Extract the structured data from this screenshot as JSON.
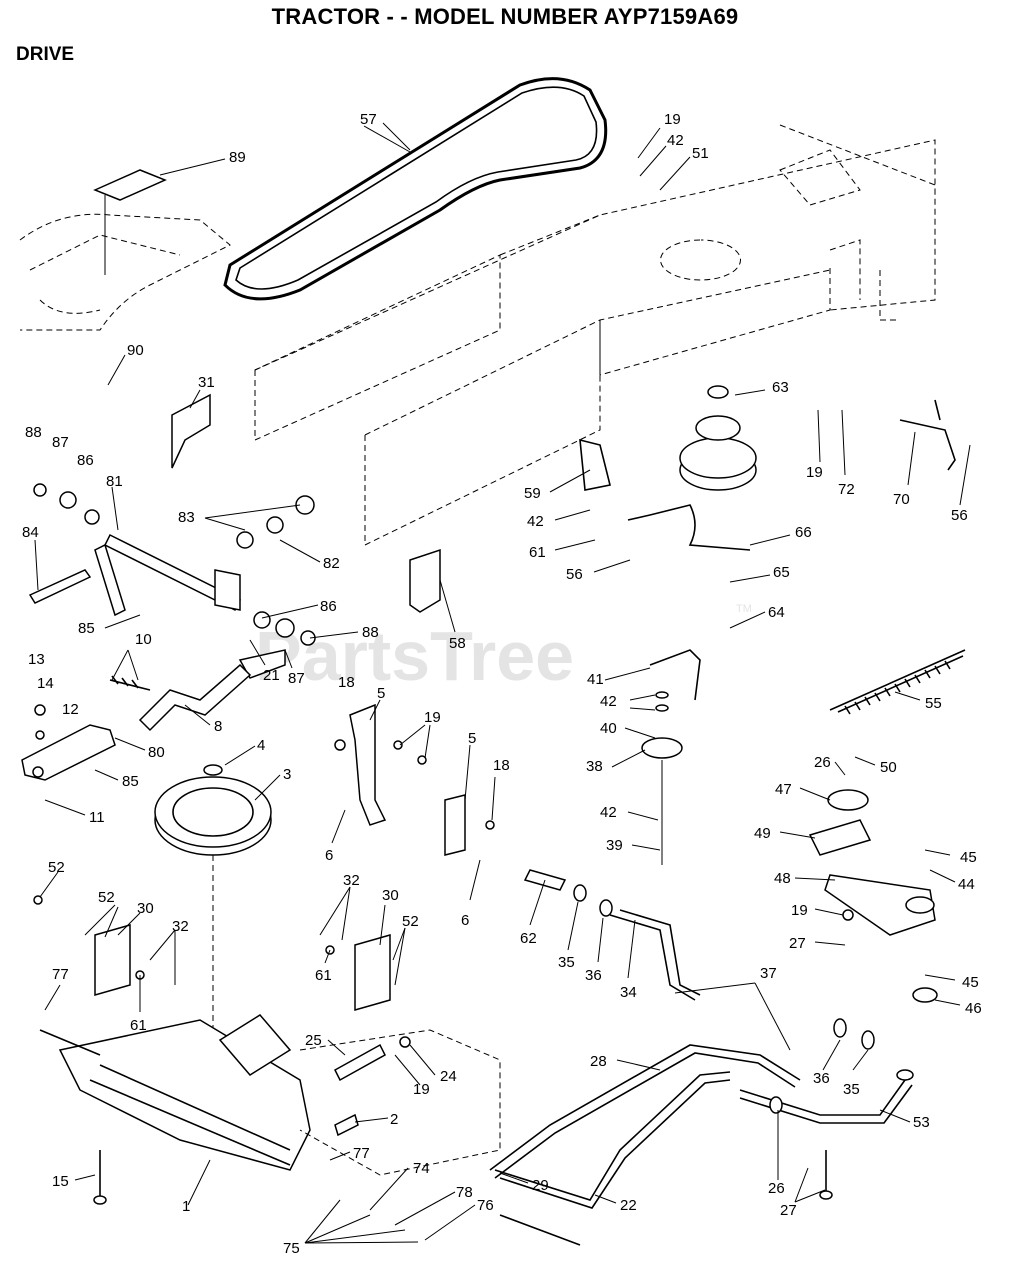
{
  "title": "TRACTOR - - MODEL NUMBER AYP7159A69",
  "section": "DRIVE",
  "watermark": "PartsTree",
  "watermark_tm": "TM",
  "callouts": [
    {
      "id": "c57",
      "label": "57"
    },
    {
      "id": "c19a",
      "label": "19"
    },
    {
      "id": "c42a",
      "label": "42"
    },
    {
      "id": "c51",
      "label": "51"
    },
    {
      "id": "c89",
      "label": "89"
    },
    {
      "id": "c90",
      "label": "90"
    },
    {
      "id": "c31",
      "label": "31"
    },
    {
      "id": "c88a",
      "label": "88"
    },
    {
      "id": "c87a",
      "label": "87"
    },
    {
      "id": "c86a",
      "label": "86"
    },
    {
      "id": "c81",
      "label": "81"
    },
    {
      "id": "c84",
      "label": "84"
    },
    {
      "id": "c83",
      "label": "83"
    },
    {
      "id": "c82",
      "label": "82"
    },
    {
      "id": "c85a",
      "label": "85"
    },
    {
      "id": "c86b",
      "label": "86"
    },
    {
      "id": "c88b",
      "label": "88"
    },
    {
      "id": "c87b",
      "label": "87"
    },
    {
      "id": "c21",
      "label": "21"
    },
    {
      "id": "c58",
      "label": "58"
    },
    {
      "id": "c63",
      "label": "63"
    },
    {
      "id": "c19b",
      "label": "19"
    },
    {
      "id": "c72",
      "label": "72"
    },
    {
      "id": "c70",
      "label": "70"
    },
    {
      "id": "c56a",
      "label": "56"
    },
    {
      "id": "c59",
      "label": "59"
    },
    {
      "id": "c42b",
      "label": "42"
    },
    {
      "id": "c61a",
      "label": "61"
    },
    {
      "id": "c56b",
      "label": "56"
    },
    {
      "id": "c66",
      "label": "66"
    },
    {
      "id": "c65",
      "label": "65"
    },
    {
      "id": "c64",
      "label": "64"
    },
    {
      "id": "c13",
      "label": "13"
    },
    {
      "id": "c10",
      "label": "10"
    },
    {
      "id": "c14",
      "label": "14"
    },
    {
      "id": "c12",
      "label": "12"
    },
    {
      "id": "c8",
      "label": "8"
    },
    {
      "id": "c80",
      "label": "80"
    },
    {
      "id": "c85b",
      "label": "85"
    },
    {
      "id": "c11",
      "label": "11"
    },
    {
      "id": "c4",
      "label": "4"
    },
    {
      "id": "c3",
      "label": "3"
    },
    {
      "id": "c18a",
      "label": "18"
    },
    {
      "id": "c5a",
      "label": "5"
    },
    {
      "id": "c19c",
      "label": "19"
    },
    {
      "id": "c5b",
      "label": "5"
    },
    {
      "id": "c18b",
      "label": "18"
    },
    {
      "id": "c6a",
      "label": "6"
    },
    {
      "id": "c6b",
      "label": "6"
    },
    {
      "id": "c41",
      "label": "41"
    },
    {
      "id": "c42c",
      "label": "42"
    },
    {
      "id": "c40",
      "label": "40"
    },
    {
      "id": "c38",
      "label": "38"
    },
    {
      "id": "c42d",
      "label": "42"
    },
    {
      "id": "c39",
      "label": "39"
    },
    {
      "id": "c55",
      "label": "55"
    },
    {
      "id": "c26a",
      "label": "26"
    },
    {
      "id": "c50",
      "label": "50"
    },
    {
      "id": "c47",
      "label": "47"
    },
    {
      "id": "c49",
      "label": "49"
    },
    {
      "id": "c45a",
      "label": "45"
    },
    {
      "id": "c44",
      "label": "44"
    },
    {
      "id": "c48",
      "label": "48"
    },
    {
      "id": "c19d",
      "label": "19"
    },
    {
      "id": "c27a",
      "label": "27"
    },
    {
      "id": "c45b",
      "label": "45"
    },
    {
      "id": "c46",
      "label": "46"
    },
    {
      "id": "c52a",
      "label": "52"
    },
    {
      "id": "c52b",
      "label": "52"
    },
    {
      "id": "c30a",
      "label": "30"
    },
    {
      "id": "c32a",
      "label": "32"
    },
    {
      "id": "c77a",
      "label": "77"
    },
    {
      "id": "c61b",
      "label": "61"
    },
    {
      "id": "c32b",
      "label": "32"
    },
    {
      "id": "c30b",
      "label": "30"
    },
    {
      "id": "c52c",
      "label": "52"
    },
    {
      "id": "c61c",
      "label": "61"
    },
    {
      "id": "c62",
      "label": "62"
    },
    {
      "id": "c35a",
      "label": "35"
    },
    {
      "id": "c36a",
      "label": "36"
    },
    {
      "id": "c34",
      "label": "34"
    },
    {
      "id": "c37",
      "label": "37"
    },
    {
      "id": "c25",
      "label": "25"
    },
    {
      "id": "c19e",
      "label": "19"
    },
    {
      "id": "c24",
      "label": "24"
    },
    {
      "id": "c2",
      "label": "2"
    },
    {
      "id": "c28",
      "label": "28"
    },
    {
      "id": "c36b",
      "label": "36"
    },
    {
      "id": "c35b",
      "label": "35"
    },
    {
      "id": "c53",
      "label": "53"
    },
    {
      "id": "c15",
      "label": "15"
    },
    {
      "id": "c1",
      "label": "1"
    },
    {
      "id": "c77b",
      "label": "77"
    },
    {
      "id": "c74",
      "label": "74"
    },
    {
      "id": "c29",
      "label": "29"
    },
    {
      "id": "c78",
      "label": "78"
    },
    {
      "id": "c76",
      "label": "76"
    },
    {
      "id": "c22",
      "label": "22"
    },
    {
      "id": "c26b",
      "label": "26"
    },
    {
      "id": "c27b",
      "label": "27"
    },
    {
      "id": "c75",
      "label": "75"
    }
  ]
}
